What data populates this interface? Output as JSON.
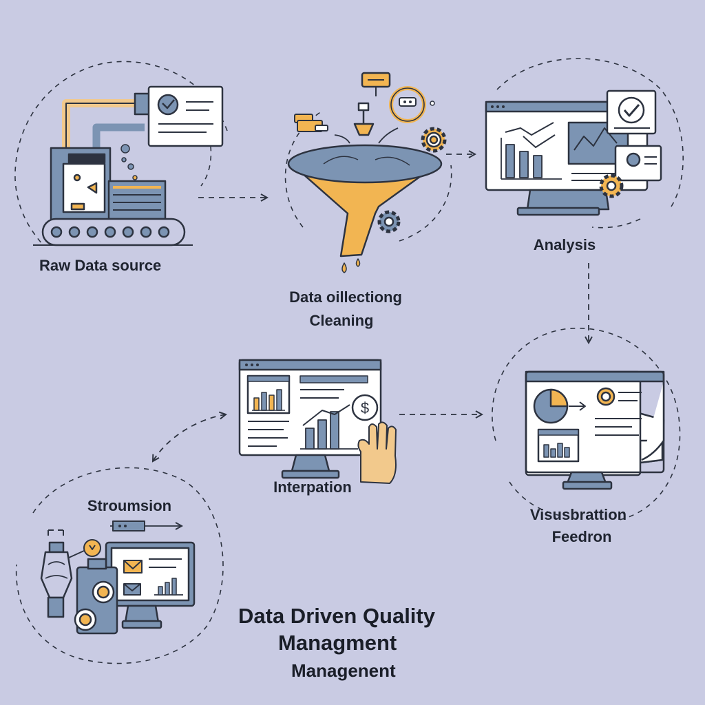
{
  "diagram": {
    "stages": [
      {
        "id": "raw",
        "label": "Raw Data source"
      },
      {
        "id": "collect",
        "label_line1": "Data oillectiong",
        "label_line2": "Cleaning"
      },
      {
        "id": "analysis",
        "label": "Analysis"
      },
      {
        "id": "visual",
        "label_line1": "Visusbrattion",
        "label_line2": "Feedron"
      },
      {
        "id": "interp",
        "label": "Interpation"
      },
      {
        "id": "strou",
        "label": "Stroumsion"
      }
    ],
    "title_line1": "Data Driven Quality",
    "title_line2": "Managment",
    "title_line3": "Managenent",
    "icons": {
      "currency": "$"
    },
    "colors": {
      "background": "#c9cbe3",
      "accent": "#f2b552",
      "primary": "#7c94b3",
      "outline": "#2d3340",
      "panel": "#ffffff"
    }
  }
}
